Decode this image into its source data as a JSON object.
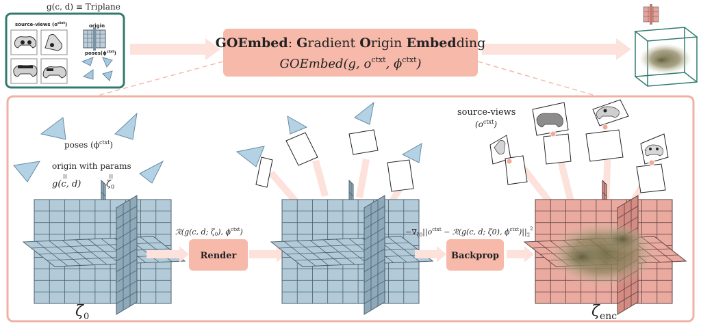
{
  "header": {
    "triplane_label": "g(c, d) ≡ Triplane",
    "source_views_small": "source-views (o",
    "source_views_small_sup": "ctxt",
    "origin_small": "origin",
    "poses_small": "poses(ϕ",
    "poses_small_sup": "ctxt"
  },
  "title": {
    "bold1": "GOEmbed",
    "rest1": ": ",
    "bold2": "G",
    "rest2": "radient ",
    "bold3": "O",
    "rest3": "rigin ",
    "bold4": "Embed",
    "rest4": "ding",
    "formula": "GOEmbed(g, o",
    "formula_sup1": "ctxt",
    "formula_mid": ", ϕ",
    "formula_sup2": "ctxt",
    "formula_end": ")"
  },
  "panel": {
    "poses_label": "poses (ϕ",
    "poses_sup": "ctxt",
    "poses_end": ")",
    "origin_label": "origin with params",
    "g_label": "g(c, d)",
    "zeta0_small": "ζ",
    "zeta0_small_sub": "0",
    "equiv_bars": "|||",
    "render_formula": "ℛ(g(c, d; ζ",
    "render_formula_sub": "0",
    "render_formula_end": "), ϕ",
    "render_formula_sup": "ctxt",
    "render_formula_close": ")",
    "render_button": "Render",
    "backprop_formula": "−∇",
    "backprop_formula_sub": "ζ0",
    "backprop_formula_rest": "||o",
    "backprop_formula_sup": "ctxt",
    "backprop_formula_rest2": " − ℛ(g(c, d; ζ0), ϕ",
    "backprop_formula_sup2": "ctxt",
    "backprop_formula_end": ")||",
    "backprop_formula_sub2": "2",
    "backprop_formula_sup3": "2",
    "backprop_button": "Backprop",
    "source_views_label": "source-views",
    "source_views_o": "(o",
    "source_views_sup": "ctxt",
    "source_views_end": ")",
    "zeta0_big": "ζ",
    "zeta0_big_sub": "0",
    "zeta_enc": "ζ",
    "zeta_enc_sub": "enc"
  },
  "colors": {
    "teal": "#2f7b6e",
    "salmon_box": "#f6b9aa",
    "salmon_border": "#f0b0a4",
    "grid_blue": "#a9c6d6",
    "grid_blue_dark": "#6b8a9b",
    "grid_red": "#e7a39a",
    "arrow": "#fadbd3",
    "camera": "#a7c9e0"
  },
  "icons": [
    "controller-image",
    "camera-frustum-icon",
    "triplane-grid-icon",
    "arrow-icon"
  ]
}
